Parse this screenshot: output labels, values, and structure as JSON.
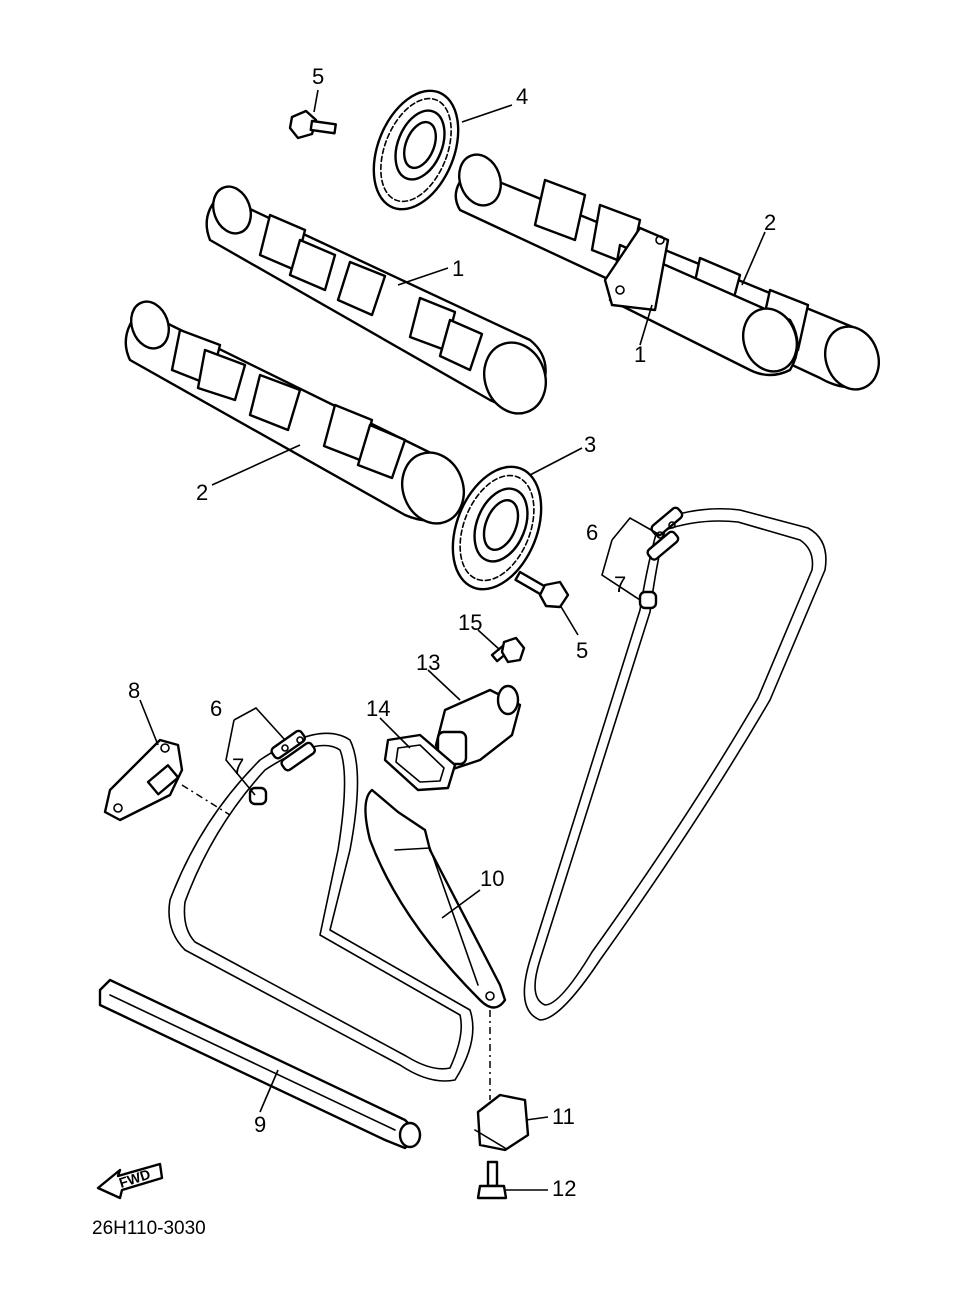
{
  "diagram": {
    "callouts": {
      "camshaft_intake_right": "1",
      "camshaft_intake_left": "1",
      "camshaft_exhaust_right": "2",
      "camshaft_exhaust_left": "2",
      "sprocket_lower": "3",
      "sprocket_upper": "4",
      "bolt_upper": "5",
      "bolt_lower": "5",
      "chain_link_right": "6",
      "chain_link_left": "6",
      "chain_clip_right": "7",
      "chain_clip_left": "7",
      "chain_guide_top": "8",
      "chain_guide_front": "9",
      "tensioner_guide": "10",
      "guide_stopper": "11",
      "stopper_bolt": "12",
      "tensioner_assembly": "13",
      "tensioner_gasket": "14",
      "tensioner_bolt": "15"
    },
    "fwd_label": "FWD",
    "part_code": "26H110-3030"
  }
}
